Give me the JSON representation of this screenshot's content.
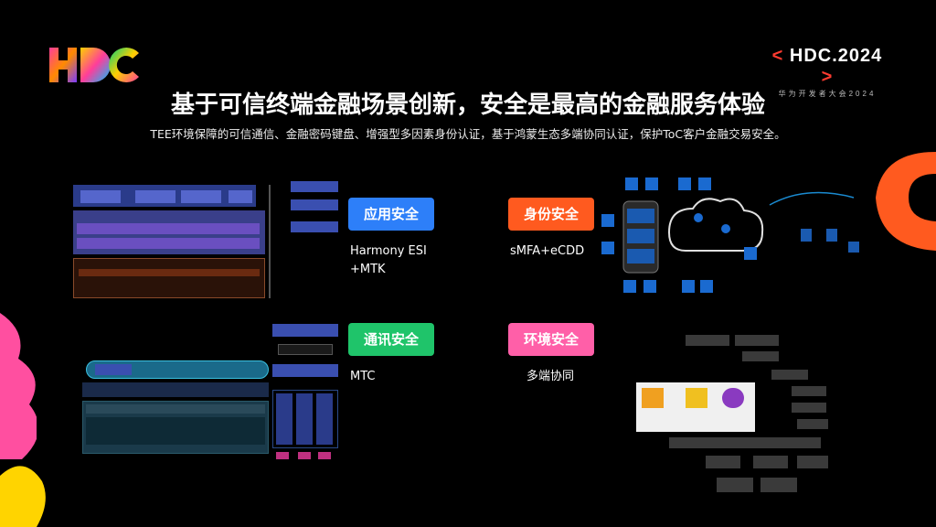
{
  "header": {
    "hdc_label": "HDC.2024",
    "hdc_sub": "华为开发者大会2024"
  },
  "title": "基于可信终端金融场景创新，安全是最高的金融服务体验",
  "subtitle": "TEE环境保障的可信通信、金融密码键盘、增强型多因素身份认证，基于鸿蒙生态多端协同认证，保护ToC客户金融交易安全。",
  "categories": [
    {
      "label": "应用安全",
      "color": "#2d7ff9",
      "note_lines": [
        "Harmony ESI",
        "+MTK"
      ]
    },
    {
      "label": "身份安全",
      "color": "#ff5a1f",
      "note_lines": [
        "sMFA+eCDD"
      ]
    },
    {
      "label": "通讯安全",
      "color": "#1fc46a",
      "note_lines": [
        "MTC"
      ]
    },
    {
      "label": "环境安全",
      "color": "#ff5fa8",
      "note_lines": [
        "多端协同"
      ]
    }
  ],
  "colors": {
    "accent_red": "#ff3b30",
    "diagram_blue": "#3a4fb0",
    "diagram_purple": "#6a4fc0",
    "diagram_brown": "#5a2a14",
    "diagram_teal": "#1a3a4a"
  }
}
